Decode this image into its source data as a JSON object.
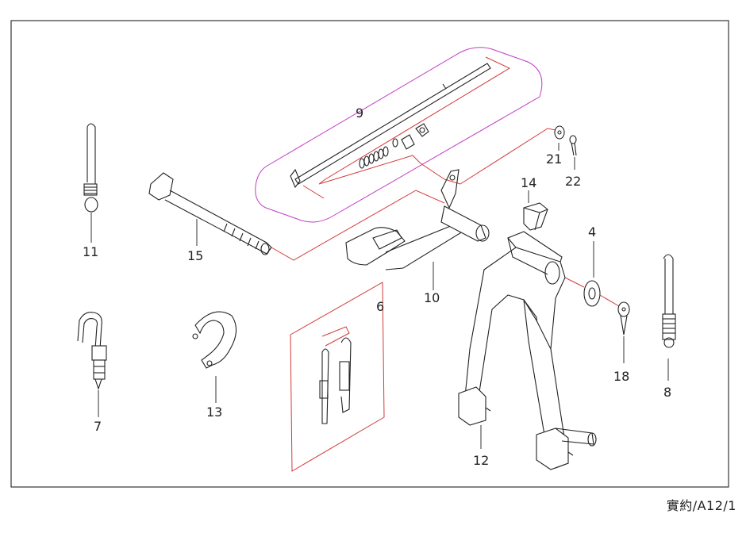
{
  "diagram": {
    "callouts": {
      "p4": "4",
      "p6": "6",
      "p7": "7",
      "p8": "8",
      "p9": "9",
      "p10": "10",
      "p11": "11",
      "p12": "12",
      "p13": "13",
      "p14": "14",
      "p15": "15",
      "p18": "18",
      "p21": "21",
      "p22": "22"
    },
    "drawing_code": "實約/A12/1",
    "colors": {
      "leader": "#333333",
      "group_box_red": "#d33a3a",
      "group_box_magenta": "#c43cc4",
      "part_line": "#222222"
    }
  }
}
